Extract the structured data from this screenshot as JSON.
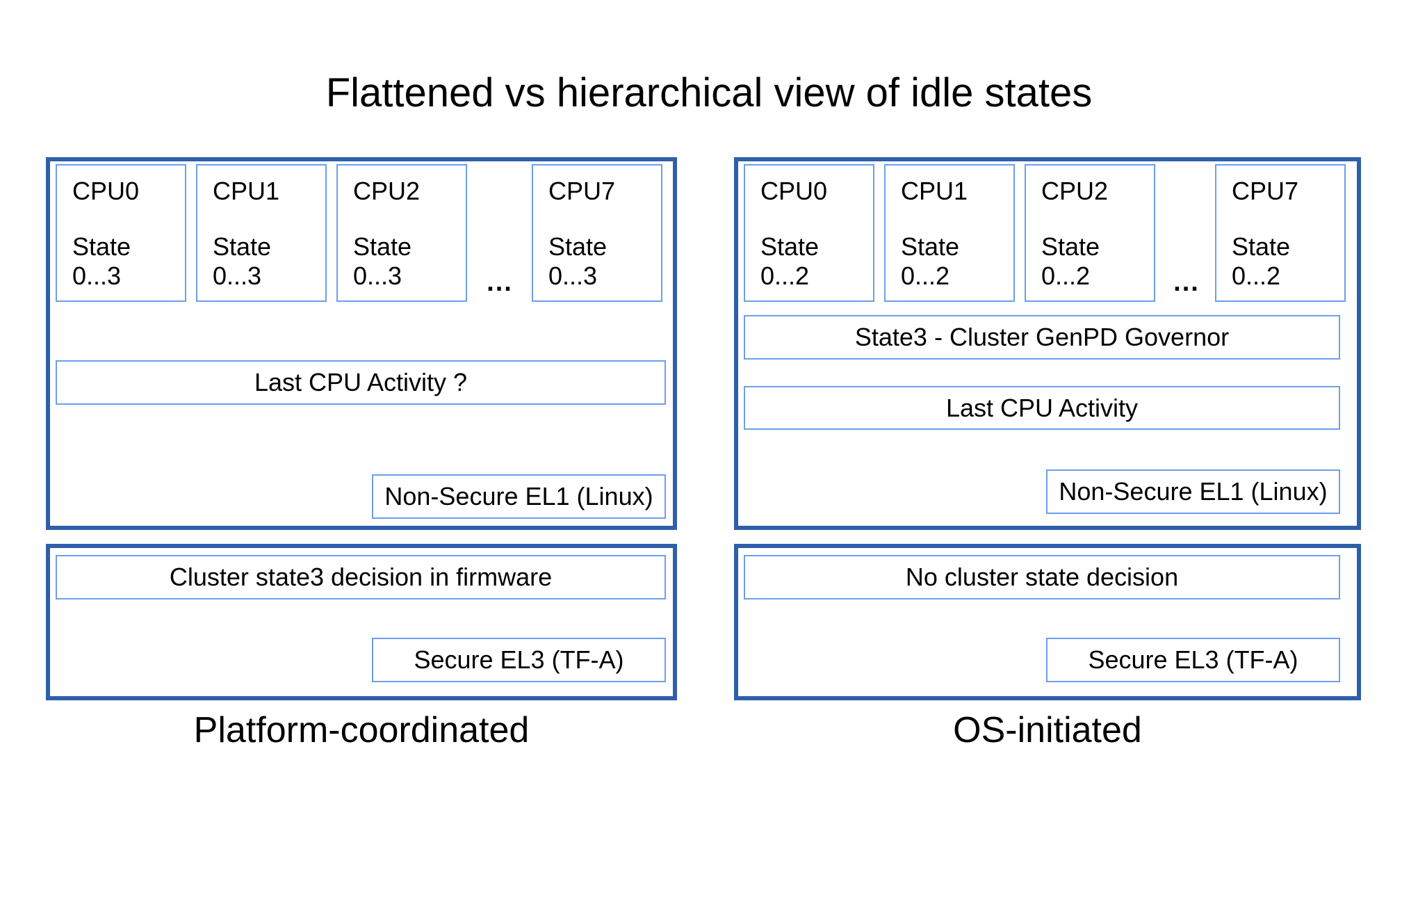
{
  "title": "Flattened vs hierarchical view of idle states",
  "colors": {
    "outer_border": "#2e5fa9",
    "inner_border": "#6d9eeb",
    "text": "#000000",
    "background": "#ffffff"
  },
  "left_panel": {
    "label": "Platform-coordinated",
    "cpus": [
      {
        "name": "CPU0",
        "state": "State\n0...3"
      },
      {
        "name": "CPU1",
        "state": "State\n0...3"
      },
      {
        "name": "CPU2",
        "state": "State\n0...3"
      },
      {
        "name": "CPU7",
        "state": "State\n0...3"
      }
    ],
    "ellipsis": "...",
    "last_cpu_activity": "Last CPU Activity ?",
    "non_secure_el1": "Non-Secure EL1 (Linux)",
    "cluster_decision": "Cluster state3 decision in firmware",
    "secure_el3": "Secure EL3 (TF-A)"
  },
  "right_panel": {
    "label": "OS-initiated",
    "cpus": [
      {
        "name": "CPU0",
        "state": "State\n0...2"
      },
      {
        "name": "CPU1",
        "state": "State\n0...2"
      },
      {
        "name": "CPU2",
        "state": "State\n0...2"
      },
      {
        "name": "CPU7",
        "state": "State\n0...2"
      }
    ],
    "ellipsis": "...",
    "governor": "State3 - Cluster GenPD Governor",
    "last_cpu_activity": "Last CPU Activity",
    "non_secure_el1": "Non-Secure EL1 (Linux)",
    "cluster_decision": "No cluster state decision",
    "secure_el3": "Secure EL3 (TF-A)"
  }
}
